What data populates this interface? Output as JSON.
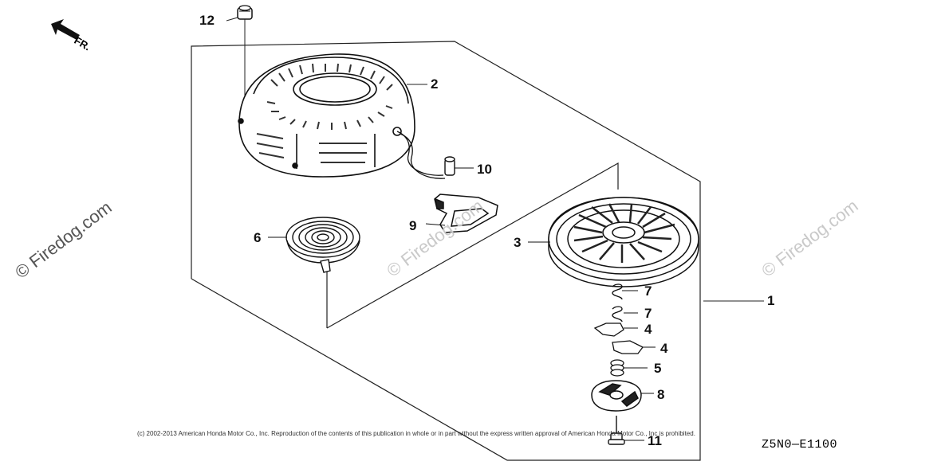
{
  "watermark": {
    "main": "© Firedog.com",
    "ghost": "© Firedog.com"
  },
  "orientation": {
    "label": "FR."
  },
  "parts": [
    {
      "num": "1"
    },
    {
      "num": "2"
    },
    {
      "num": "3"
    },
    {
      "num": "4"
    },
    {
      "num": "4"
    },
    {
      "num": "5"
    },
    {
      "num": "6"
    },
    {
      "num": "7"
    },
    {
      "num": "7"
    },
    {
      "num": "8"
    },
    {
      "num": "9"
    },
    {
      "num": "10"
    },
    {
      "num": "11"
    },
    {
      "num": "12"
    }
  ],
  "footer": {
    "copyright": "(c) 2002-2013 American Honda Motor Co., Inc. Reproduction of the contents of this publication in whole or in part without the express written approval of American Honda Motor Co., Inc is prohibited.",
    "diagram_code": "Z5N0—E1100"
  }
}
